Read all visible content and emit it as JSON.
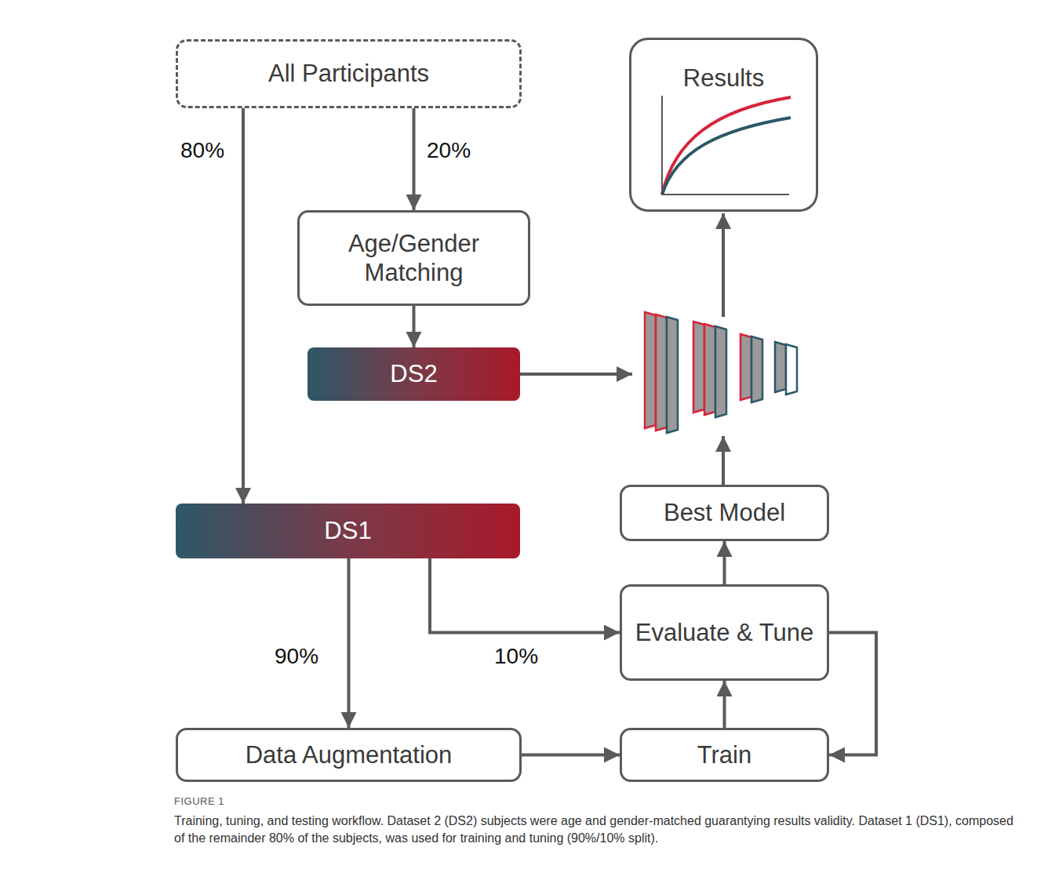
{
  "diagram": {
    "caption": "Training, tuning, and testing workflow. Dataset 2 (DS2) subjects were age and gender-matched guarantying results validity. Dataset 1 (DS1), composed of the remainder 80% of the subjects, was used for training and tuning (90%/10% split).",
    "nodes": [
      {
        "text": [
          "All Participants"
        ]
      },
      {
        "text": [
          "Results"
        ]
      },
      {
        "text": [
          "Age/Gender Matching"
        ]
      },
      {
        "text": [
          "DS2"
        ]
      },
      {
        "text": [
          "DS1"
        ]
      },
      {
        "text": [
          "Best Model"
        ]
      },
      {
        "text": [
          "Evaluate & Tune"
        ]
      },
      {
        "text": [
          "Data Augmentation"
        ]
      },
      {
        "text": [
          "Train"
        ]
      }
    ],
    "edges": [
      {
        "from": 0,
        "to": 4,
        "label": "80%",
        "arrow": "to"
      },
      {
        "from": 0,
        "to": 2,
        "label": "20%",
        "arrow": "to"
      },
      {
        "from": 2,
        "to": 3,
        "arrow": "to"
      },
      {
        "from": 4,
        "to": 7,
        "label": "90%",
        "arrow": "to"
      },
      {
        "from": 4,
        "to": 6,
        "label": "10%",
        "arrow": "to"
      },
      {
        "from": 7,
        "to": 8,
        "arrow": "to"
      },
      {
        "from": 8,
        "to": 6,
        "arrow": "to"
      },
      {
        "from": 6,
        "to": 8,
        "arrow": "to"
      },
      {
        "from": 6,
        "to": 5,
        "arrow": "to"
      }
    ],
    "labels": [
      "FIGURE 1"
    ]
  }
}
